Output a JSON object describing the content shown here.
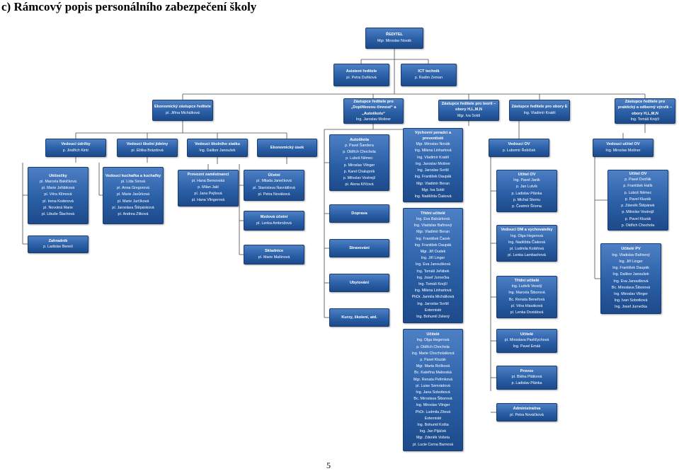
{
  "heading": "c) Rámcový popis personálního zabezpečení školy",
  "page_number": "5",
  "nodes": [
    {
      "id": "reditel",
      "title": "ŘEDITEL",
      "lines": [
        "Mgr. Miroslav Novák"
      ]
    },
    {
      "id": "asistent",
      "title": "Asistent ředitele",
      "lines": [
        "pí. Petra Duňková"
      ]
    },
    {
      "id": "ict",
      "title": "ICT technik",
      "lines": [
        "p. Radim Zeman"
      ]
    },
    {
      "id": "ekon_zast",
      "title": "Ekonomický zástupce ředitele",
      "lines": [
        "pí. Jiřina Michálková"
      ]
    },
    {
      "id": "zast_dopl",
      "title": "Zástupce ředitele pro „Doplňkovou činnost“ a „Autoškolu“",
      "lines": [
        "Ing. Jaroslav Mošner"
      ]
    },
    {
      "id": "zast_teorie",
      "title": "Zástupce ředitele pro teorii – obory H,L,M,N",
      "lines": [
        "Mgr. Iva Soldi"
      ]
    },
    {
      "id": "zast_e",
      "title": "Zástupce ředitele pro obory E",
      "lines": [
        "Ing. Vladimír Kratěl"
      ]
    },
    {
      "id": "zast_prakt",
      "title": "Zástupce ředitele pro praktický a odborný výcvik – obory H,L,M,N",
      "lines": [
        "Ing. Tomáš Krejčí"
      ]
    },
    {
      "id": "udrzba",
      "title": "Vedoucí údržby",
      "lines": [
        "p. Jindřich Kintr"
      ]
    },
    {
      "id": "jidelna",
      "title": "Vedoucí školní jídelny",
      "lines": [
        "pí. Eliška Brázdová"
      ]
    },
    {
      "id": "statek",
      "title": "Vedoucí školního statku",
      "lines": [
        "Ing. Dalibor Janoušek"
      ]
    },
    {
      "id": "ekon_usek",
      "title": "Ekonomický úsek",
      "lines": []
    },
    {
      "id": "uklizecky",
      "title": "Uklízečky",
      "lines": [
        "pí. Marcela Bakičková",
        "pí. Marie Jeřábková",
        "pí. Věra Klímová",
        "pí. Irena Koderová",
        "pí. Novotná Marie",
        "pí. Libuše Šlachová"
      ]
    },
    {
      "id": "zahradnik",
      "title": "Zahradník",
      "lines": [
        "p. Ladislav Beneš"
      ]
    },
    {
      "id": "kucharky",
      "title": "Vedoucí kuchařka a kuchařky",
      "lines": [
        "pí. Lída Sirová",
        "pí. Anna Gregorová",
        "pí. Marie Javůrková",
        "pí. Marie Jurčíková",
        "pí. Jaroslava Štěpánková",
        "pí. Andrea Zítková"
      ]
    },
    {
      "id": "provozni",
      "title": "Provozní zaměstnanci",
      "lines": [
        "pí. Hana Bernovská",
        "p. Milan Jakl",
        "pí. Jana Pejšová",
        "pí. Hana Vlingerová"
      ]
    },
    {
      "id": "ucetni",
      "title": "Účetní",
      "lines": [
        "pí. Milada Janečková",
        "pí. Stanislava Navrátilová",
        "pí. Petra Nováková"
      ]
    },
    {
      "id": "mzdova",
      "title": "Mzdová účetní",
      "lines": [
        "pí. Lenka Ambrožová"
      ]
    },
    {
      "id": "skladnice",
      "title": "Skladnice",
      "lines": [
        "pí. Marie Mašinová"
      ]
    },
    {
      "id": "autoskola",
      "title": "Autoškola",
      "lines": [
        "p. Pavel Šandera",
        "p. Oldřich Chochola",
        "p. Luboš Němec",
        "p. Miroslav Vlinger",
        "p. Karel Chalupník",
        "p. Miloslav Vostrejž",
        "pí. Alena Kříčová"
      ]
    },
    {
      "id": "doprava",
      "title": "Doprava",
      "lines": []
    },
    {
      "id": "stravovani",
      "title": "Stravování",
      "lines": []
    },
    {
      "id": "ubytovani",
      "title": "Ubytování",
      "lines": []
    },
    {
      "id": "kurzy",
      "title": "Kurzy, školení, atd.",
      "lines": []
    },
    {
      "id": "vychovni",
      "title": "Výchovní poradci a preventisté",
      "lines": [
        "Mgr. Miroslav Novák",
        "Ing. Milena Linhartová",
        "Ing. Vladimír Kratěl",
        "Ing. Jaroslav Mošner",
        "Ing. Jaroslav Svršil",
        "Ing. František Daupák",
        "Mgr. Vladimír Beran",
        "Mgr. Iva Soldi",
        "Ing. Naděžda Čiaková"
      ]
    },
    {
      "id": "tridni1",
      "title": "Třídní učitelé",
      "lines": [
        "Ing. Eva Balcárková",
        "Ing. Vladislav Bařinový",
        "Mgr. Vladimír Beran",
        "Ing. František Čacek",
        "Ing. František Daupák",
        "Mgr. Jiří Dudek",
        "Ing. Jiří Linger",
        "Ing. Eva Janoušková",
        "Ing. Tomáš Jeřábek",
        "Ing. Josef Jurnečka",
        "Ing. Tomáš Krejčí",
        "Ing. Milena Linhartová",
        "PhDr. Jarmila Michálková",
        "Ing. Jaroslav Svršil",
        "Externisté",
        "Ing. Bohumil Zelený"
      ]
    },
    {
      "id": "ucitele1",
      "title": "Učitelé",
      "lines": [
        "Ing. Olga Hegerová",
        "p. Oldřich Chochola",
        "Ing. Marie Chocholatková",
        "p. Pavel Kluzák",
        "Mgr. Marta Rolíková",
        "Bc. Kateřina Malovská",
        "Mgr. Renata Pelímková",
        "pí. Luise Semrádová",
        "Ing. Jana Sobotková",
        "Bc. Miroslava Šiborová",
        "Ing. Miroslav Vlinger",
        "PhDr. Ludmila Zítová",
        "Externisté",
        "Ing. Bohumil Kotša",
        "Ing. Jan Pijáček",
        "Mgr. Zdeněk Vošeta",
        "pí. Lucie Cerna Barnová"
      ]
    },
    {
      "id": "vedouci_ov",
      "title": "Vedoucí OV",
      "lines": [
        "p. Lubomír Řebíček"
      ]
    },
    {
      "id": "ucitel_ov1",
      "title": "Učitel OV",
      "lines": [
        "Ing. Pavel Janík",
        "p. Jan Lutvík",
        "p. Ladislav Plánka",
        "p. Michal Stornu",
        "p. Čestmír Šťoma"
      ]
    },
    {
      "id": "dm",
      "title": "Vedoucí DM a vychovatelky",
      "lines": [
        "Ing. Olga Hegerová",
        "Ing. Naděžda Čiaková",
        "pí. Ludmila Kolářová",
        "pí. Lenka Lambachová"
      ]
    },
    {
      "id": "tridni2",
      "title": "Třídní učitelé",
      "lines": [
        "Ing. Ludvík Veselý",
        "Ing. Marcela Šiborová",
        "Bc. Renata Beneřová",
        "pí. Věra Hlaváková",
        "pí. Lenka Dostálová"
      ]
    },
    {
      "id": "ucitele2",
      "title": "Učitelé",
      "lines": [
        "pí. Miroslava Pavlíčychová",
        "Ing. Pavel Emák"
      ]
    },
    {
      "id": "provoz",
      "title": "Provoz",
      "lines": [
        "pí. Bláha Plátková",
        "p. Ladislav Plánka"
      ]
    },
    {
      "id": "administrativa",
      "title": "Administrativa",
      "lines": [
        "pí. Petra Nováčková"
      ]
    },
    {
      "id": "vedouci_ucitel_ov",
      "title": "Vedoucí učitel OV",
      "lines": [
        "Ing. Miroslav Mošner"
      ]
    },
    {
      "id": "ucitel_ov2",
      "title": "Učitel OV",
      "lines": [
        "p. Pavel Dvořák",
        "p. František Halík",
        "p. Luboš Němec",
        "p. Pavel Kluzák",
        "p. Zdeněk Štěpánek",
        "p. Miloslav Vostrejž",
        "p. Pavel Kluzák",
        "p. Oldřich Chochola"
      ]
    },
    {
      "id": "ucitel_pv",
      "title": "Učitelé PV",
      "lines": [
        "Ing. Vladislav Bařinový",
        "Ing. Jiří Linger",
        "Ing. František Daupák",
        "Ing. Dalibor Janoušek",
        "Ing. Eva Janoušková",
        "Bc. Miroslava Šiborová",
        "Ing. Miroslav Vlinger",
        "Ing. Ivan Sobotková",
        "Ing. Josef Jurnečka"
      ]
    }
  ]
}
